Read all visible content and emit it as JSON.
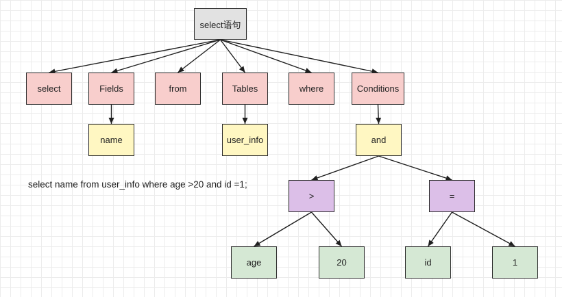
{
  "colors": {
    "root": "#e2e2e2",
    "pink": "#f8cecc",
    "yellow": "#fff7c2",
    "purple": "#dcbfe8",
    "green": "#d5e8d4",
    "line": "#1f1f1f"
  },
  "sql_statement": "select name from user_info where age >20 and id =1;",
  "nodes": [
    {
      "id": "root",
      "label": "select语句",
      "color": "root"
    },
    {
      "id": "select",
      "label": "select",
      "color": "pink"
    },
    {
      "id": "fields",
      "label": "Fields",
      "color": "pink"
    },
    {
      "id": "from",
      "label": "from",
      "color": "pink"
    },
    {
      "id": "tables",
      "label": "Tables",
      "color": "pink"
    },
    {
      "id": "where",
      "label": "where",
      "color": "pink"
    },
    {
      "id": "conditions",
      "label": "Conditions",
      "color": "pink"
    },
    {
      "id": "name",
      "label": "name",
      "color": "yellow"
    },
    {
      "id": "user_info",
      "label": "user_info",
      "color": "yellow"
    },
    {
      "id": "and",
      "label": "and",
      "color": "yellow"
    },
    {
      "id": "gt",
      "label": ">",
      "color": "purple"
    },
    {
      "id": "eq",
      "label": "=",
      "color": "purple"
    },
    {
      "id": "age",
      "label": "age",
      "color": "green"
    },
    {
      "id": "twenty",
      "label": "20",
      "color": "green"
    },
    {
      "id": "idnode",
      "label": "id",
      "color": "green"
    },
    {
      "id": "one",
      "label": "1",
      "color": "green"
    }
  ],
  "edges": [
    [
      "root",
      "select"
    ],
    [
      "root",
      "fields"
    ],
    [
      "root",
      "from"
    ],
    [
      "root",
      "tables"
    ],
    [
      "root",
      "where"
    ],
    [
      "root",
      "conditions"
    ],
    [
      "fields",
      "name"
    ],
    [
      "tables",
      "user_info"
    ],
    [
      "conditions",
      "and"
    ],
    [
      "and",
      "gt"
    ],
    [
      "and",
      "eq"
    ],
    [
      "gt",
      "age"
    ],
    [
      "gt",
      "twenty"
    ],
    [
      "eq",
      "idnode"
    ],
    [
      "eq",
      "one"
    ]
  ]
}
